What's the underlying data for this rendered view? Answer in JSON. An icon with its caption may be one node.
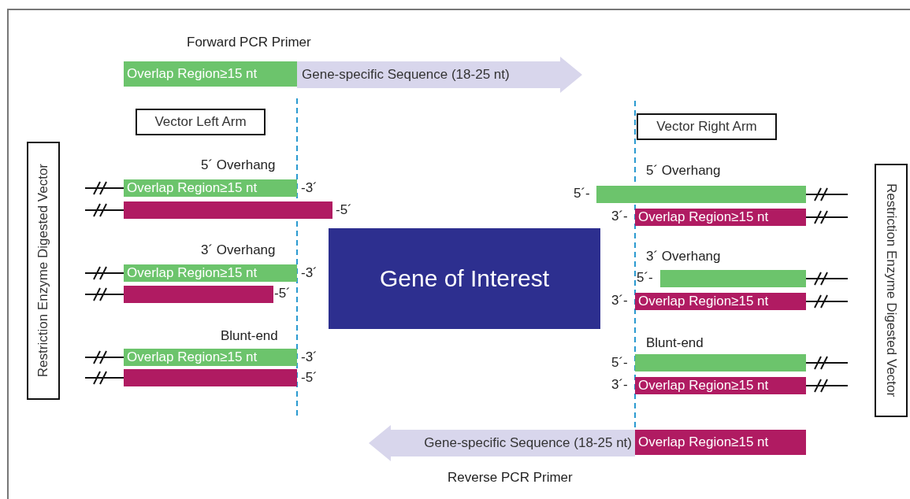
{
  "diagram": {
    "nodes": [
      {
        "text": [
          "Overlap Region≥15 nt"
        ]
      },
      {
        "text": [
          "Gene-specific Sequence (18-25 nt)"
        ]
      },
      {
        "text": [
          "Vector Left Arm"
        ]
      },
      {
        "text": [
          "Vector Right Arm"
        ]
      },
      {
        "text": [
          "Restriction Enzyme Digested Vector"
        ]
      },
      {
        "text": [
          "Restriction Enzyme Digested Vector"
        ]
      },
      {
        "text": [
          "Gene of Interest"
        ]
      },
      {
        "text": [
          "Overlap Region≥15 nt"
        ]
      },
      {
        "text": [],
        "shape": "bar"
      },
      {
        "text": [
          "Overlap Region≥15 nt"
        ]
      },
      {
        "text": [],
        "shape": "bar"
      },
      {
        "text": [
          "Overlap Region≥15 nt"
        ]
      },
      {
        "text": [],
        "shape": "bar"
      },
      {
        "text": [],
        "shape": "bar"
      },
      {
        "text": [
          "Overlap Region≥15 nt"
        ]
      },
      {
        "text": [],
        "shape": "bar"
      },
      {
        "text": [
          "Overlap Region≥15 nt"
        ]
      },
      {
        "text": [],
        "shape": "bar"
      },
      {
        "text": [
          "Overlap Region≥15 nt"
        ]
      },
      {
        "text": [
          "Overlap Region≥15 nt"
        ]
      },
      {
        "text": [
          "Gene-specific Sequence (18-25 nt)"
        ]
      }
    ],
    "labels": [
      "Forward PCR Primer",
      "5´ Overhang",
      "5´ Overhang",
      "-3´",
      "5´-",
      "-5´",
      "3´-",
      "3´ Overhang",
      "3´ Overhang",
      "-3´",
      "5´-",
      "-5´",
      "3´-",
      "Blunt-end",
      "Blunt-end",
      "-3´",
      "5´-",
      "-5´",
      "3´-",
      "Reverse PCR Primer"
    ]
  }
}
